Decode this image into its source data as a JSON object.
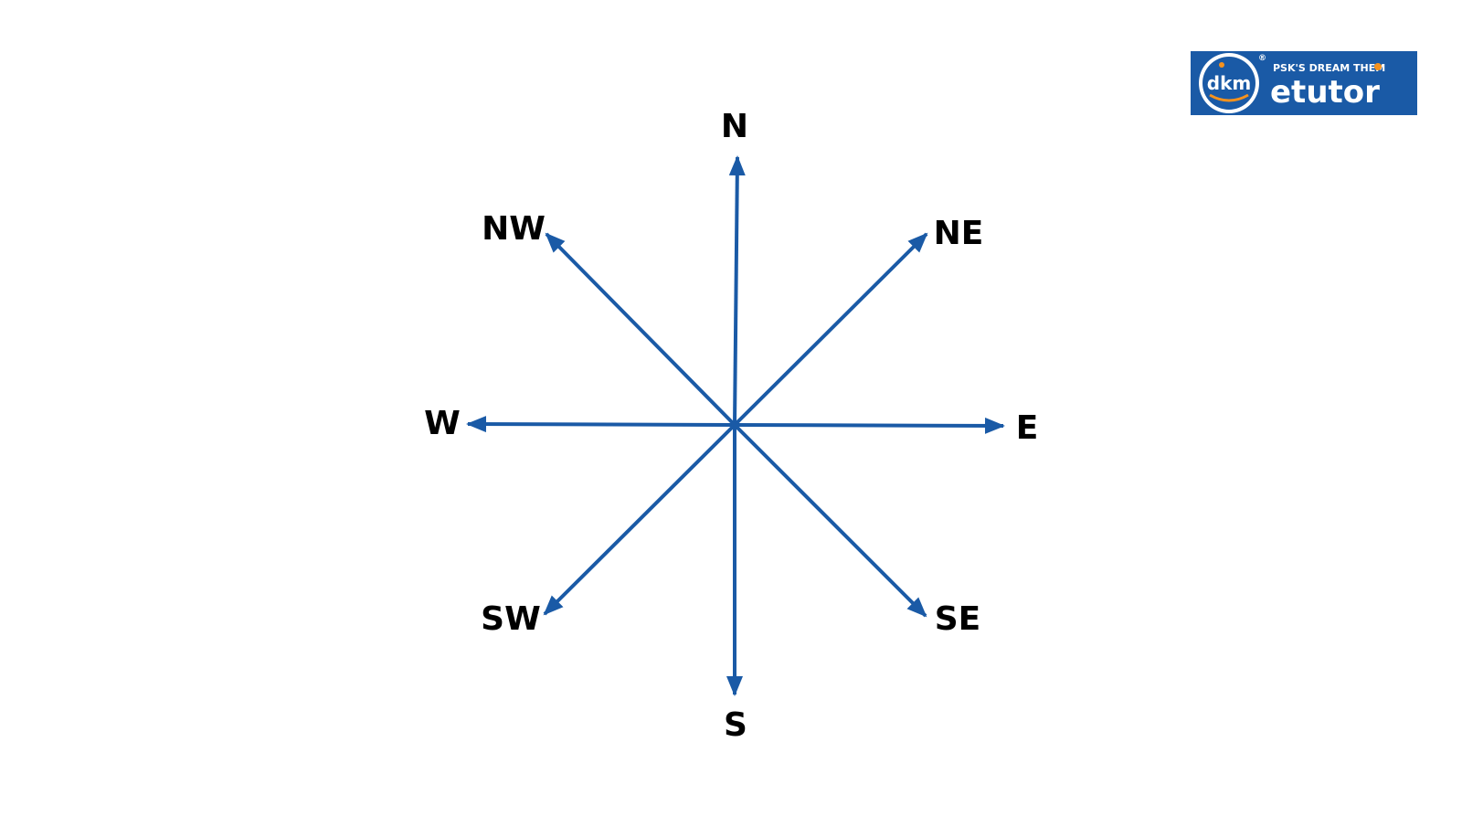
{
  "diagram": {
    "arrow_color": "#1a5aa6",
    "label_color": "#000000",
    "directions": [
      {
        "id": "n",
        "label": "N"
      },
      {
        "id": "ne",
        "label": "NE"
      },
      {
        "id": "e",
        "label": "E"
      },
      {
        "id": "se",
        "label": "SE"
      },
      {
        "id": "s",
        "label": "S"
      },
      {
        "id": "sw",
        "label": "SW"
      },
      {
        "id": "w",
        "label": "W"
      },
      {
        "id": "nw",
        "label": "NW"
      }
    ]
  },
  "logo": {
    "background": "#1a5aa6",
    "accent": "#f5921e",
    "badge_text": "dkm",
    "tagline": "PSK'S DREAM THEM",
    "brand": "etutor",
    "registered_mark": "®"
  }
}
